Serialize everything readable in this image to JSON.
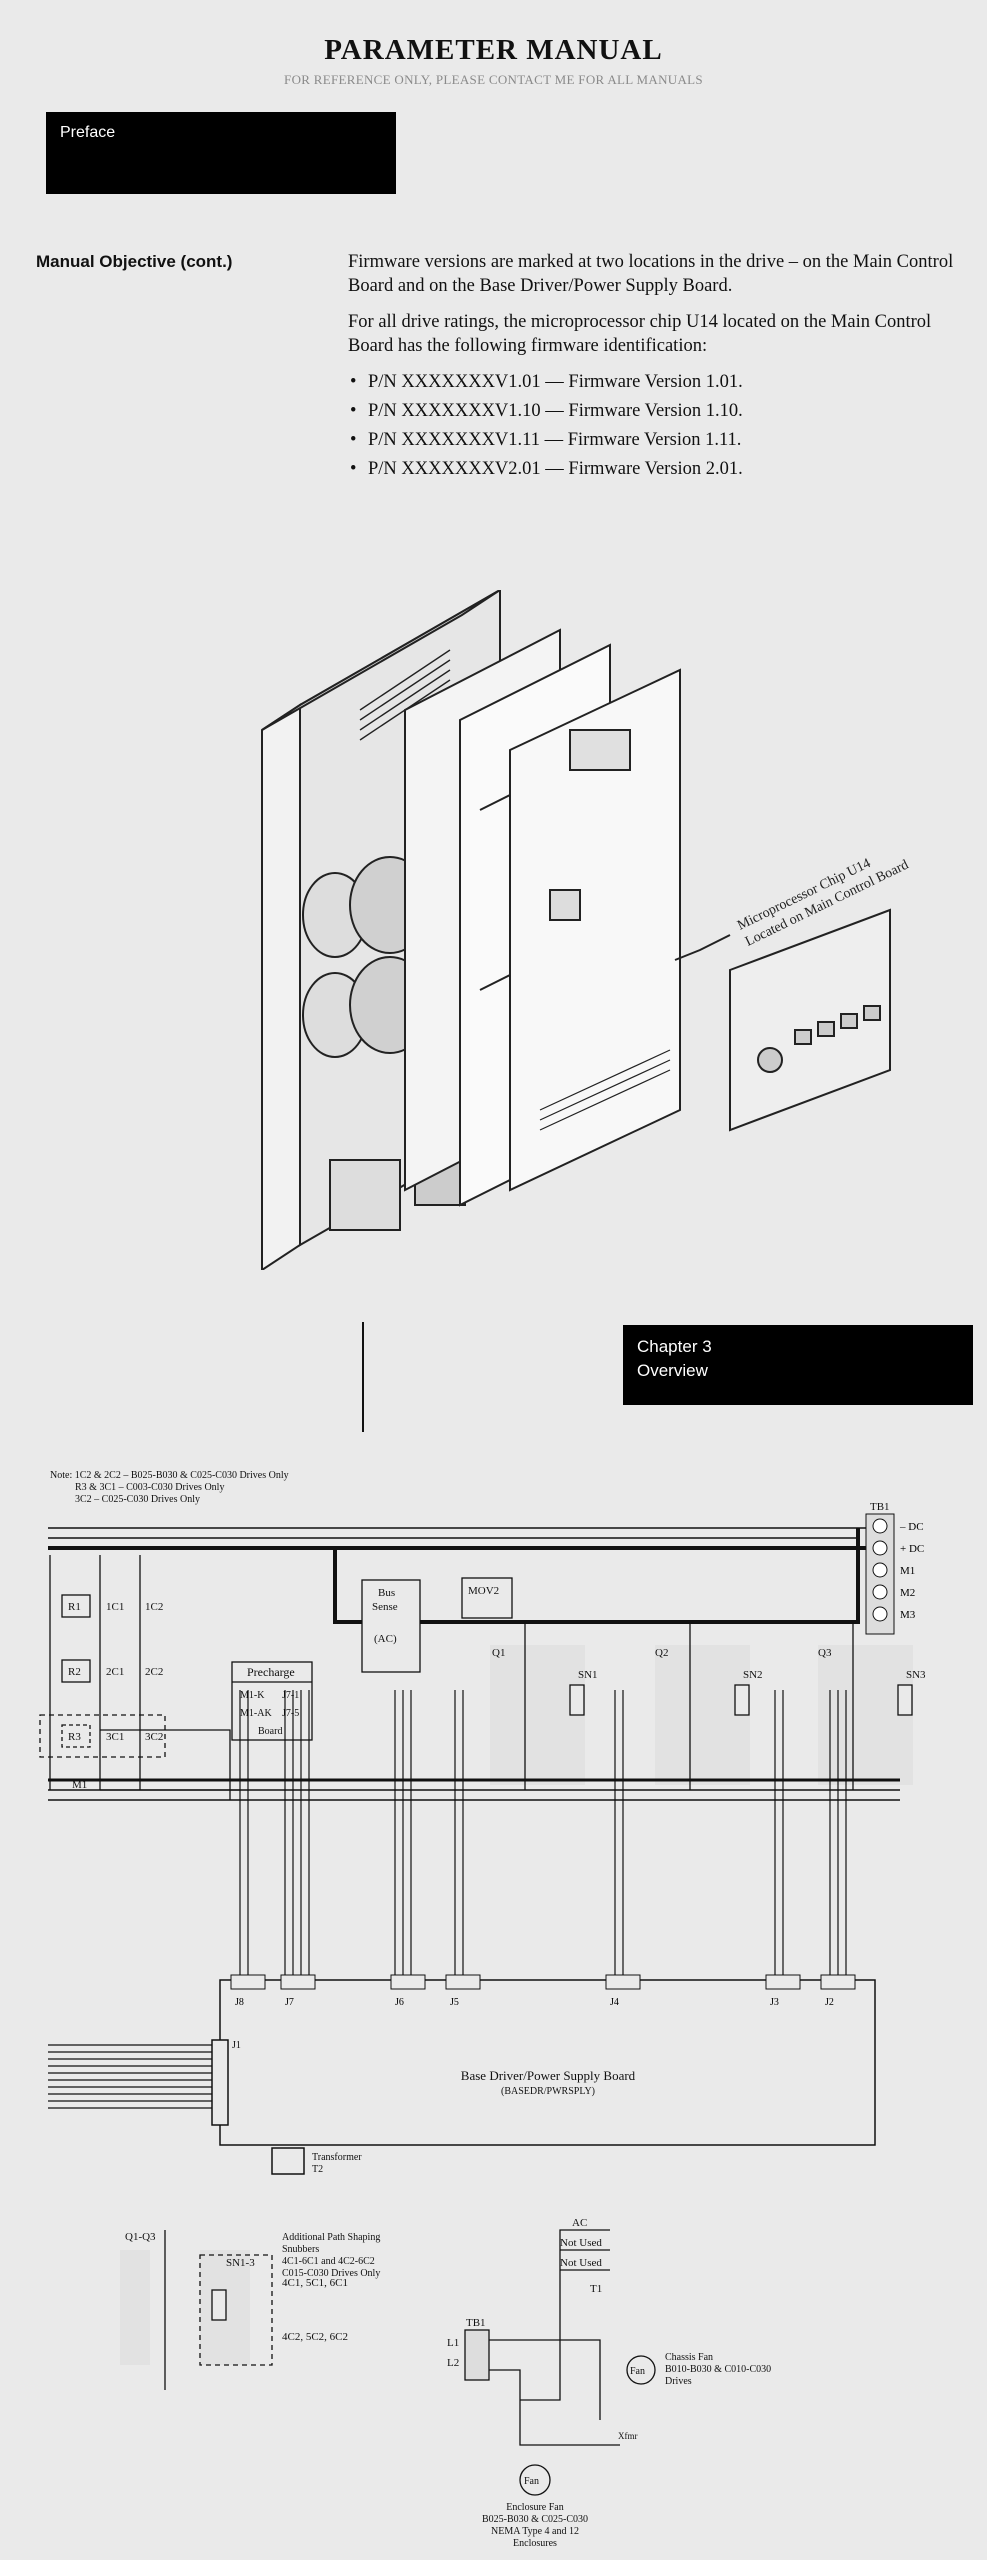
{
  "header": {
    "title": "PARAMETER MANUAL",
    "subtitle": "FOR REFERENCE ONLY, PLEASE CONTACT ME FOR ALL MANUALS"
  },
  "preface": {
    "label": "Preface"
  },
  "section": {
    "heading": "Manual Objective (cont.)"
  },
  "body": {
    "para1": "Firmware versions are marked at two locations in the drive – on the Main Control Board and on the Base Driver/Power Supply Board.",
    "para2": "For all drive ratings, the microprocessor chip U14 located on the Main Control Board has the following firmware identification:",
    "bullets": [
      "P/N XXXXXXXV1.01 — Firmware Version 1.01.",
      "P/N XXXXXXXV1.10 — Firmware Version 1.10.",
      "P/N XXXXXXXV1.11 — Firmware Version 1.11.",
      "P/N XXXXXXXV2.01 — Firmware Version 2.01."
    ]
  },
  "figure1": {
    "callout_line1": "Microprocessor Chip U14",
    "callout_line2": "Located on Main Control Board"
  },
  "chapter": {
    "line1": "Chapter 3",
    "line2": "Overview"
  },
  "schematic": {
    "note1": "Note: 1C2 & 2C2 – B025-B030 & C025-C030 Drives Only",
    "note2": "R3 & 3C1 – C003-C030 Drives Only",
    "note3": "3C2 – C025-C030 Drives Only",
    "tb1": "TB1",
    "terminals": [
      "– DC",
      "+ DC",
      "M1",
      "M2",
      "M3"
    ],
    "resistors": [
      "R1",
      "R2",
      "R3"
    ],
    "c1": [
      "1C1",
      "2C1",
      "3C1"
    ],
    "c2": [
      "1C2",
      "2C2",
      "3C2"
    ],
    "m1": "M1",
    "precharge": [
      "Precharge",
      "M1-K",
      "M1-AK",
      "J7-1",
      "J7-5",
      "Board"
    ],
    "bus_sense": [
      "Bus",
      "Sense",
      "(AC)"
    ],
    "mov": "MOV2",
    "q": [
      "Q1",
      "Q2",
      "Q3"
    ],
    "sn": [
      "SN1",
      "SN2",
      "SN3"
    ],
    "base_board": "Base Driver/Power Supply Board",
    "base_board_code": "(BASEDR/PWRSPLY)",
    "connectors": [
      "J8",
      "J7",
      "J6",
      "J5",
      "J4",
      "J3",
      "J2",
      "J1"
    ],
    "transformer": [
      "Transformer",
      "T2"
    ],
    "snubber_title": "Q1-Q3",
    "snubber_group": "SN1-3",
    "snubber_caps": [
      "4C1, 5C1, 6C1",
      "4C2, 5C2, 6C2"
    ],
    "snubber_note": [
      "Additional Path Shaping",
      "Snubbers",
      "4C1-6C1 and 4C2-6C2",
      "C015-C030 Drives Only"
    ],
    "fan_labels": [
      "AC",
      "Not Used",
      "Not Used",
      "T1",
      "TB1",
      "L1",
      "L2"
    ],
    "chassis_fan": [
      "Chassis Fan",
      "B010-B030 & C010-C030",
      "Drives"
    ],
    "enclosure_fan": [
      "Enclosure Fan",
      "B025-B030 & C025-C030",
      "NEMA Type 4 and 12",
      "Enclosures"
    ],
    "fan": "Fan",
    "xfmr_label": "Xfmr"
  }
}
